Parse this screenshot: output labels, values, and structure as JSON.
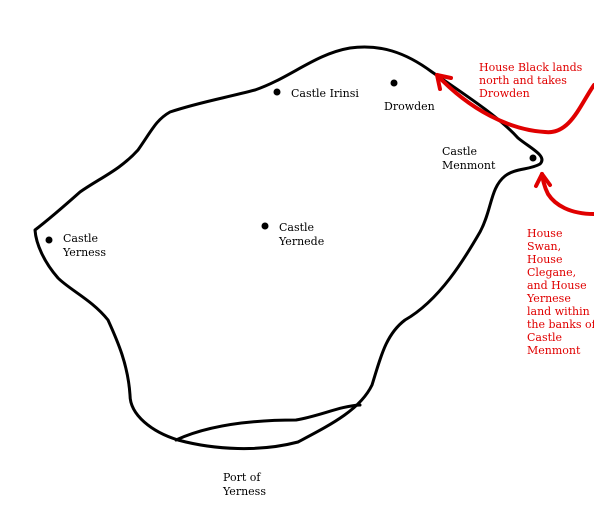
{
  "map": {
    "colors": {
      "background": "#ffffff",
      "outline": "#000000",
      "annotation": "#e00000"
    },
    "locations": [
      {
        "id": "castle-irinsi",
        "lines": [
          "Castle Irinsi"
        ],
        "marker": true
      },
      {
        "id": "drowden",
        "lines": [
          "Drowden"
        ],
        "marker": true
      },
      {
        "id": "castle-menmont",
        "lines": [
          "Castle",
          "Menmont"
        ],
        "marker": false
      },
      {
        "id": "castle-yernede",
        "lines": [
          "Castle",
          "Yernede"
        ],
        "marker": true
      },
      {
        "id": "castle-yerness",
        "lines": [
          "Castle",
          "Yerness"
        ],
        "marker": true
      },
      {
        "id": "port-of-yerness",
        "lines": [
          "Port of",
          "Yerness"
        ],
        "marker": false
      }
    ],
    "annotations": [
      {
        "id": "house-black-note",
        "lines": [
          "House Black lands",
          "north and takes",
          "Drowden"
        ]
      },
      {
        "id": "house-swan-note",
        "lines": [
          "House",
          "Swan,",
          "House",
          "Clegane,",
          "and House",
          "Yernese",
          "land within",
          "the banks of",
          "Castle",
          "Menmont"
        ]
      }
    ]
  }
}
